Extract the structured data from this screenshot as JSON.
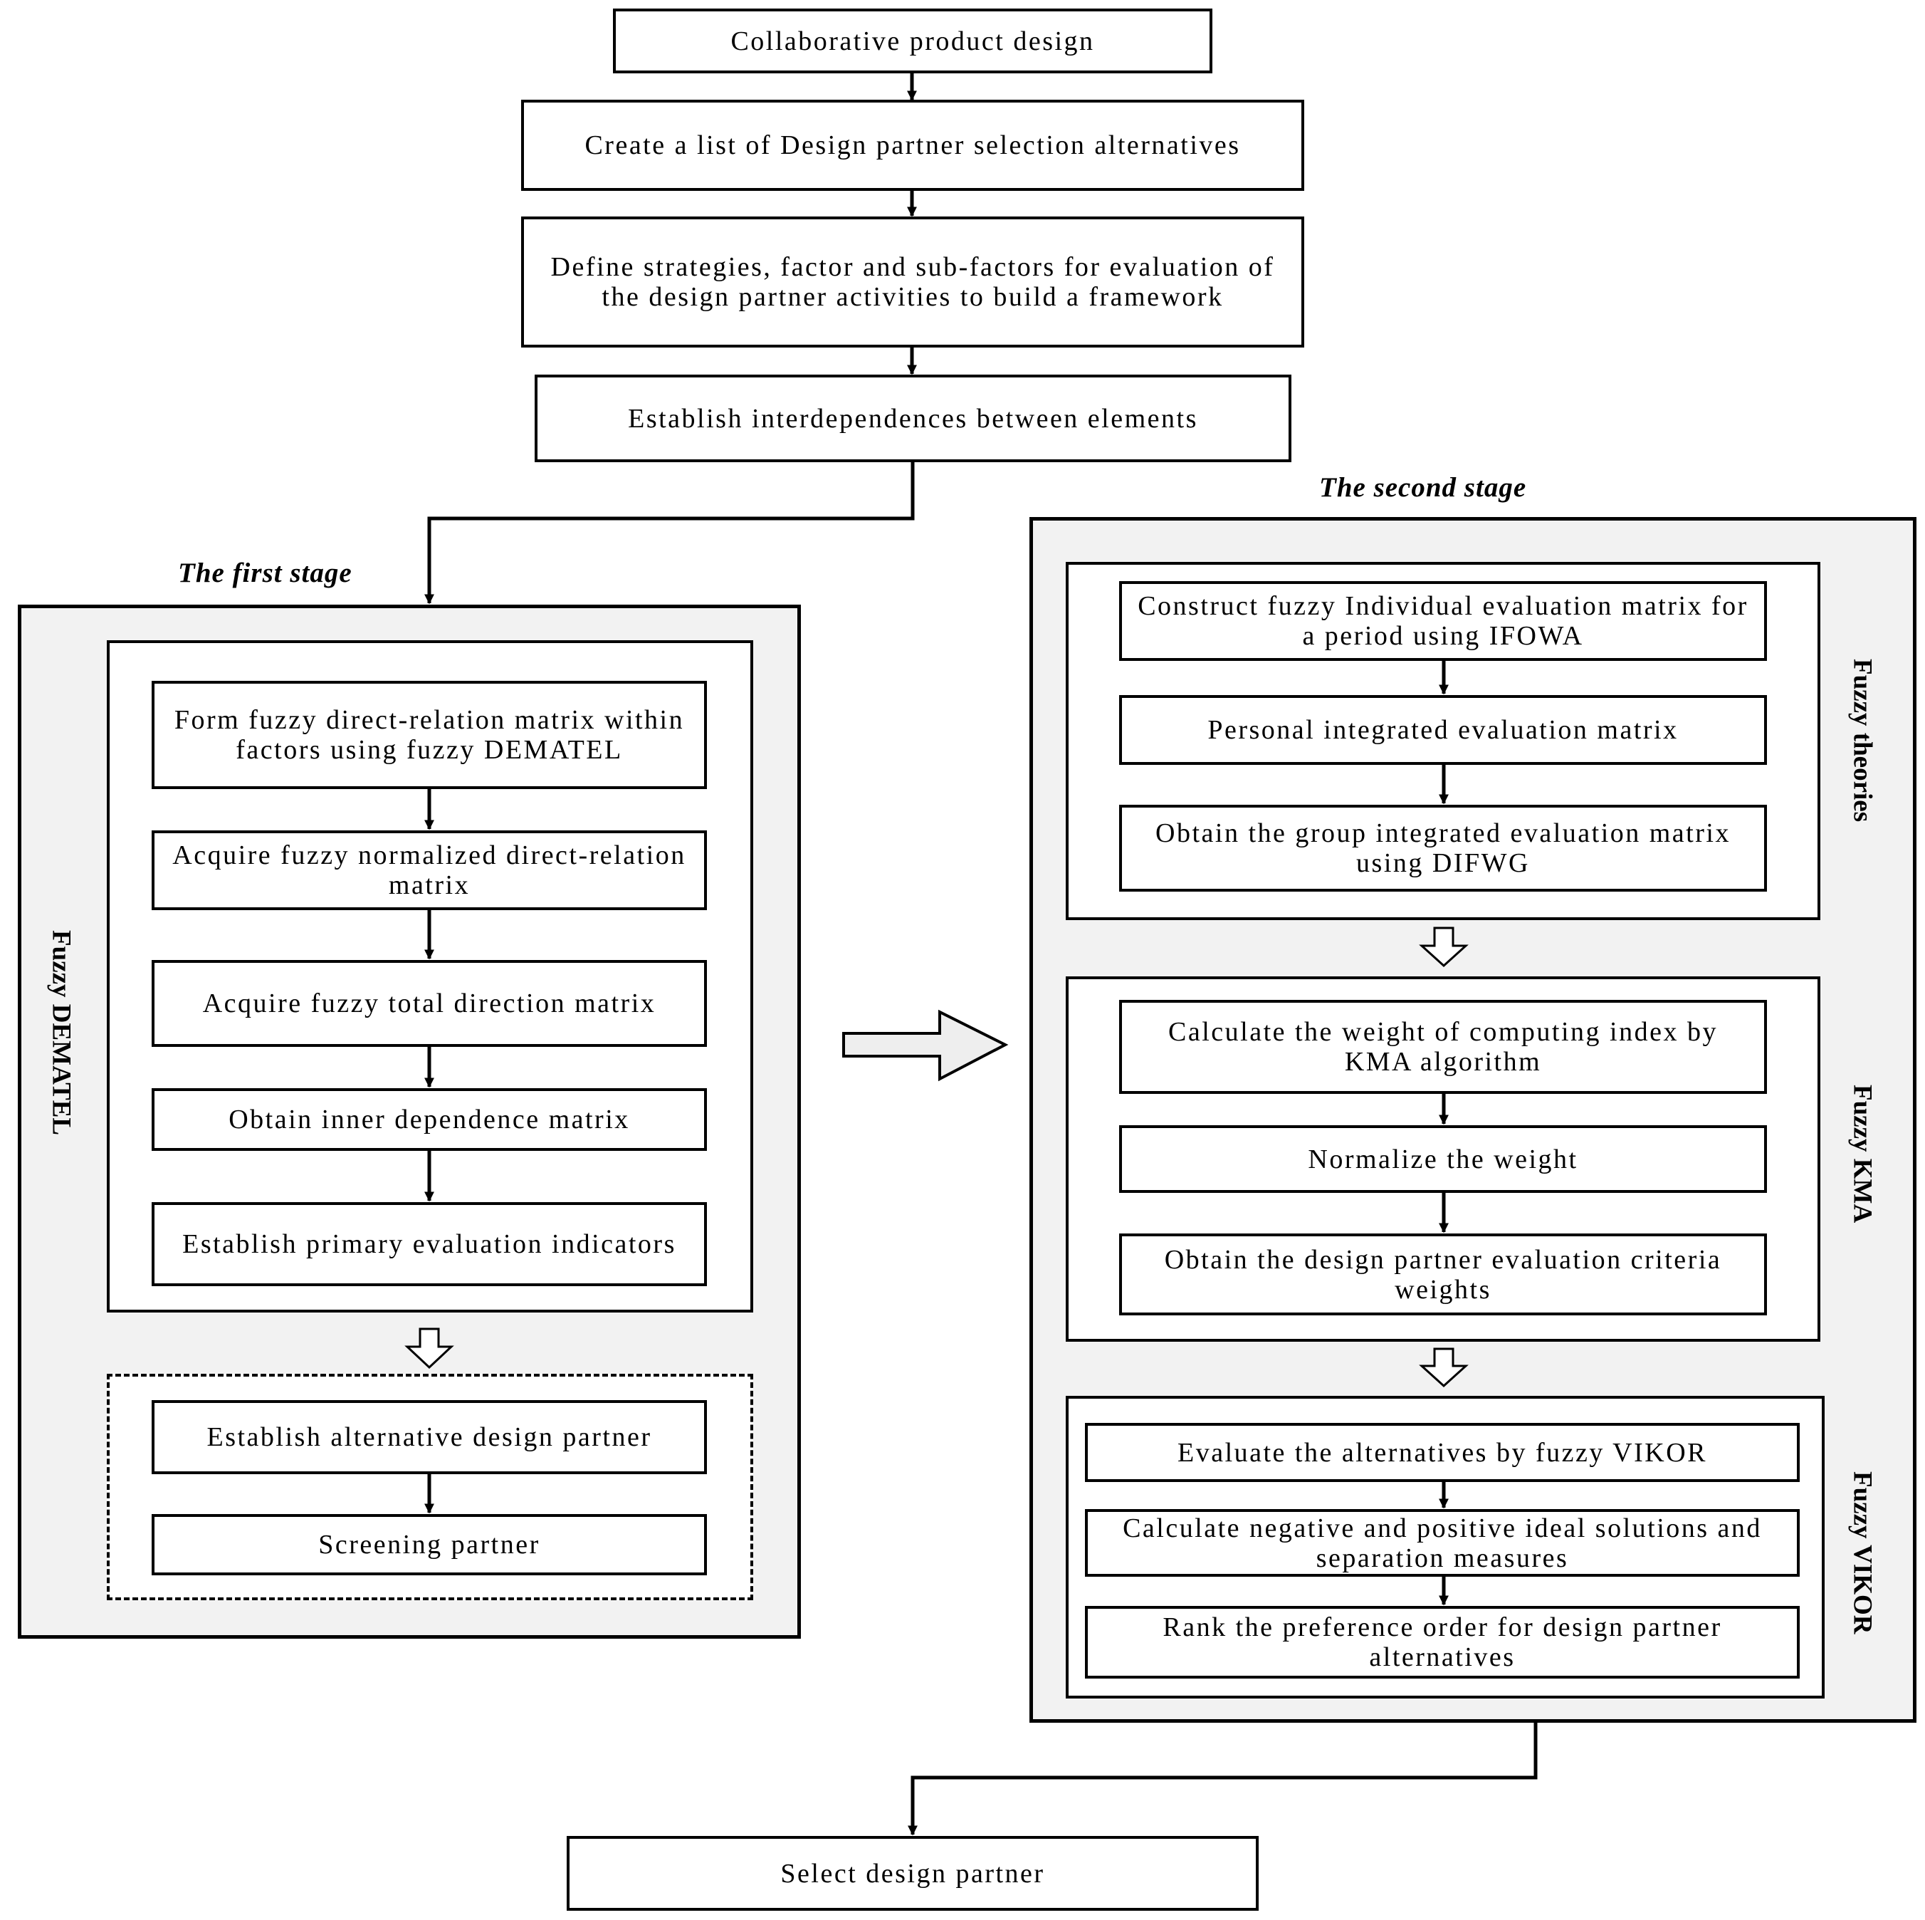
{
  "flow": {
    "collaborative": "Collaborative product design",
    "create_list": "Create a list of Design partner selection alternatives",
    "define_strategies": "Define strategies, factor and sub-factors for evaluation of the design partner  activities to build a framework",
    "establish_interdependences": "Establish interdependences between elements",
    "select_partner": "Select design partner"
  },
  "first_stage": {
    "title": "The first stage",
    "side_label": "Fuzzy DEMATEL",
    "steps": [
      "Form fuzzy direct-relation matrix within factors using fuzzy DEMATEL",
      "Acquire fuzzy normalized direct-relation matrix",
      "Acquire fuzzy total direction matrix",
      "Obtain inner dependence matrix",
      "Establish primary evaluation indicators"
    ],
    "screening": [
      "Establish alternative design partner",
      "Screening partner"
    ]
  },
  "second_stage": {
    "title": "The second stage",
    "fuzzy_theories": {
      "label": "Fuzzy theories",
      "steps": [
        "Construct fuzzy Individual  evaluation matrix for a period using IFOWA",
        "Personal integrated evaluation matrix",
        "Obtain the group integrated evaluation matrix using  DIFWG"
      ]
    },
    "fuzzy_kma": {
      "label": "Fuzzy KMA",
      "steps": [
        "Calculate the weight of computing index by KMA algorithm",
        "Normalize the weight",
        "Obtain the design partner  evaluation criteria weights"
      ]
    },
    "fuzzy_vikor": {
      "label": "Fuzzy VIKOR",
      "steps": [
        "Evaluate the alternatives by fuzzy VIKOR",
        "Calculate negative and positive ideal solutions and separation measures",
        "Rank the preference order for design partner alternatives"
      ]
    }
  }
}
